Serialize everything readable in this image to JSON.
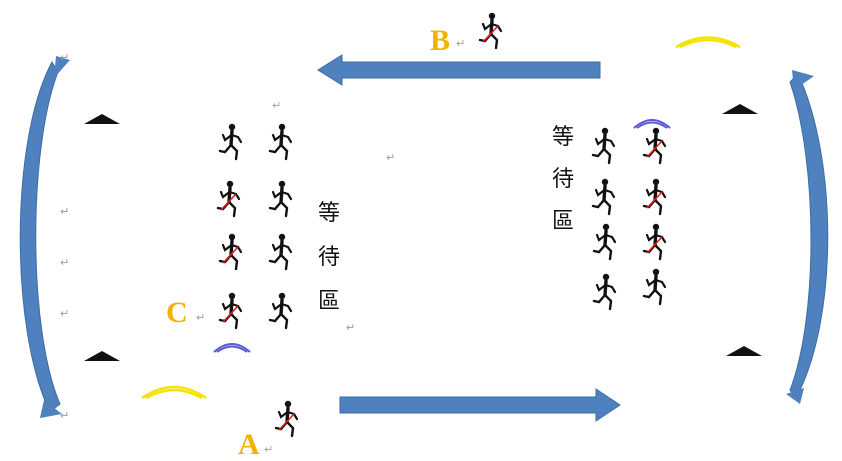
{
  "labels": {
    "a": "A",
    "b": "B",
    "c": "C"
  },
  "label_color": "#f2b200",
  "waiting_area": {
    "chars": [
      "等",
      "待",
      "區"
    ]
  },
  "paragraph_mark": "↵",
  "colors": {
    "arrow_fill": "#4e81bd",
    "arrow_stroke": "#3a6ea5",
    "yellow_arc": "#f5e400",
    "blue_arc": "#5a5ad8",
    "runner": "#111111",
    "runner_baton": "#e02020"
  },
  "icons": [
    "running-person-icon",
    "cone-marker-icon",
    "flow-arrow-icon",
    "curved-arrow-icon"
  ]
}
